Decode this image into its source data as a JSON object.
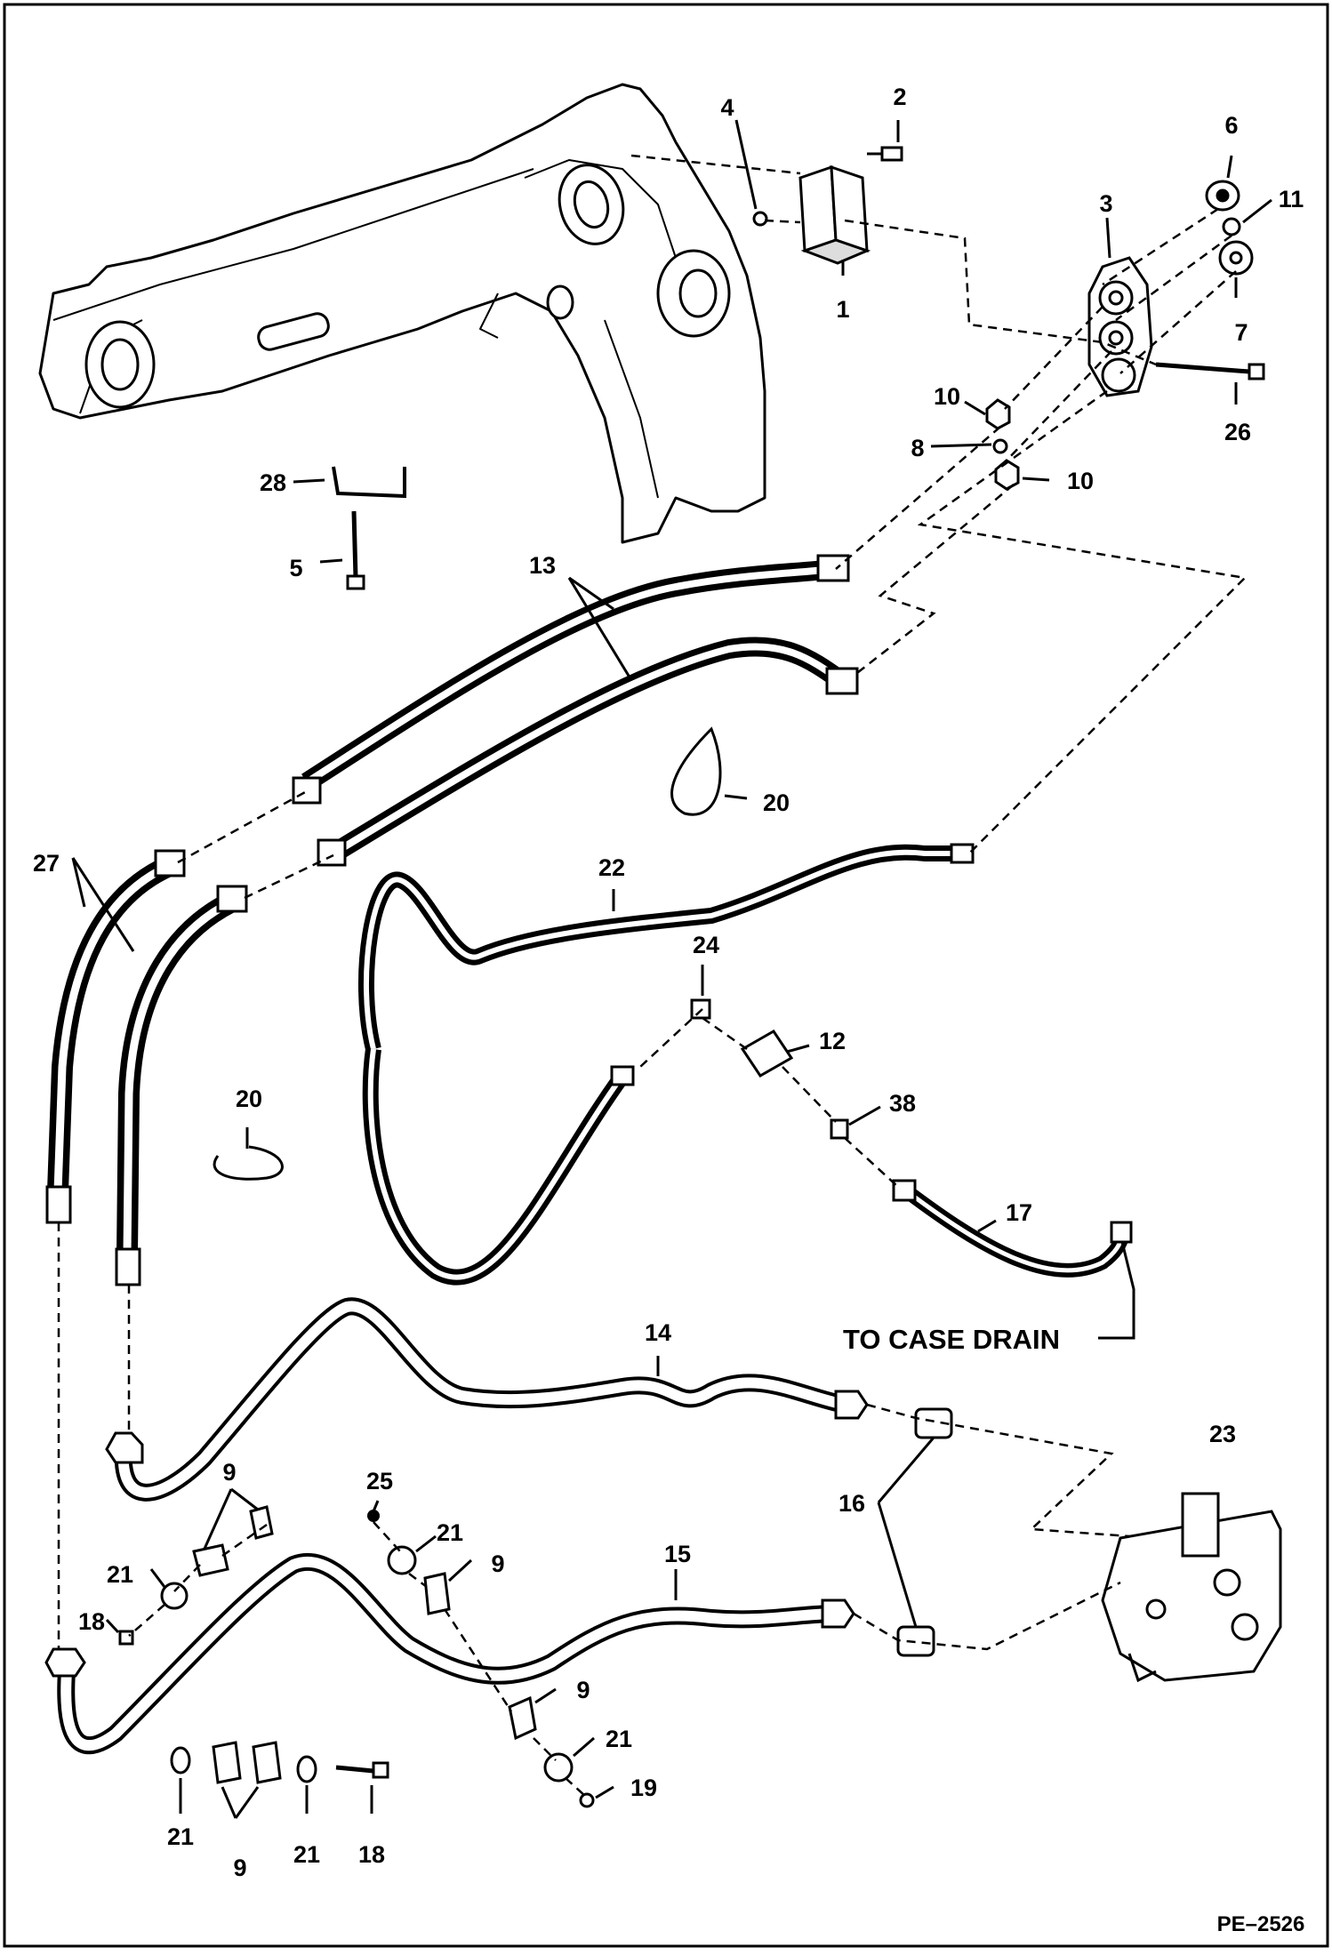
{
  "drawing_ref": "PE–2526",
  "note_case_drain": "TO CASE DRAIN",
  "callouts": [
    {
      "id": "c1",
      "text": "1"
    },
    {
      "id": "c2",
      "text": "2"
    },
    {
      "id": "c3",
      "text": "3"
    },
    {
      "id": "c4",
      "text": "4"
    },
    {
      "id": "c5",
      "text": "5"
    },
    {
      "id": "c6",
      "text": "6"
    },
    {
      "id": "c7",
      "text": "7"
    },
    {
      "id": "c8",
      "text": "8"
    },
    {
      "id": "c9a",
      "text": "9"
    },
    {
      "id": "c9b",
      "text": "9"
    },
    {
      "id": "c9c",
      "text": "9"
    },
    {
      "id": "c9d",
      "text": "9"
    },
    {
      "id": "c10a",
      "text": "10"
    },
    {
      "id": "c10b",
      "text": "10"
    },
    {
      "id": "c11",
      "text": "11"
    },
    {
      "id": "c12",
      "text": "12"
    },
    {
      "id": "c13",
      "text": "13"
    },
    {
      "id": "c14",
      "text": "14"
    },
    {
      "id": "c15",
      "text": "15"
    },
    {
      "id": "c16",
      "text": "16"
    },
    {
      "id": "c17",
      "text": "17"
    },
    {
      "id": "c18a",
      "text": "18"
    },
    {
      "id": "c18b",
      "text": "18"
    },
    {
      "id": "c19",
      "text": "19"
    },
    {
      "id": "c20a",
      "text": "20"
    },
    {
      "id": "c20b",
      "text": "20"
    },
    {
      "id": "c21a",
      "text": "21"
    },
    {
      "id": "c21b",
      "text": "21"
    },
    {
      "id": "c21c",
      "text": "21"
    },
    {
      "id": "c21d",
      "text": "21"
    },
    {
      "id": "c21e",
      "text": "21"
    },
    {
      "id": "c22",
      "text": "22"
    },
    {
      "id": "c23",
      "text": "23"
    },
    {
      "id": "c24",
      "text": "24"
    },
    {
      "id": "c25",
      "text": "25"
    },
    {
      "id": "c26",
      "text": "26"
    },
    {
      "id": "c27",
      "text": "27"
    },
    {
      "id": "c28",
      "text": "28"
    },
    {
      "id": "c38",
      "text": "38"
    }
  ]
}
